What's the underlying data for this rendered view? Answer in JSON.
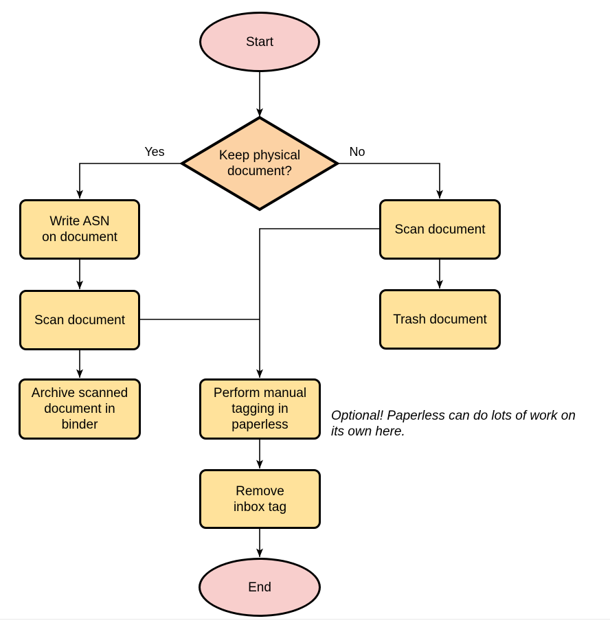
{
  "colors": {
    "terminator_fill": "#f8cecc",
    "decision_fill": "#fcd2a4",
    "process_fill": "#ffe29b",
    "stroke": "#000000",
    "page_boundary": "#e9e9e9"
  },
  "nodes": {
    "start": {
      "label": "Start",
      "type": "terminator"
    },
    "decision": {
      "label": "Keep physical\ndocument?",
      "type": "decision"
    },
    "write_asn": {
      "label": "Write ASN\non document",
      "type": "process"
    },
    "scan_left": {
      "label": "Scan document",
      "type": "process"
    },
    "archive": {
      "label": "Archive scanned\ndocument in\nbinder",
      "type": "process"
    },
    "scan_right": {
      "label": "Scan document",
      "type": "process"
    },
    "trash": {
      "label": "Trash document",
      "type": "process"
    },
    "tagging": {
      "label": "Perform manual\ntagging in\npaperless",
      "type": "process"
    },
    "remove_inbox": {
      "label": "Remove\ninbox tag",
      "type": "process"
    },
    "end": {
      "label": "End",
      "type": "terminator"
    }
  },
  "edge_labels": {
    "yes": "Yes",
    "no": "No"
  },
  "annotation": {
    "text": "Optional! Paperless can do lots of work on\nits own here."
  }
}
